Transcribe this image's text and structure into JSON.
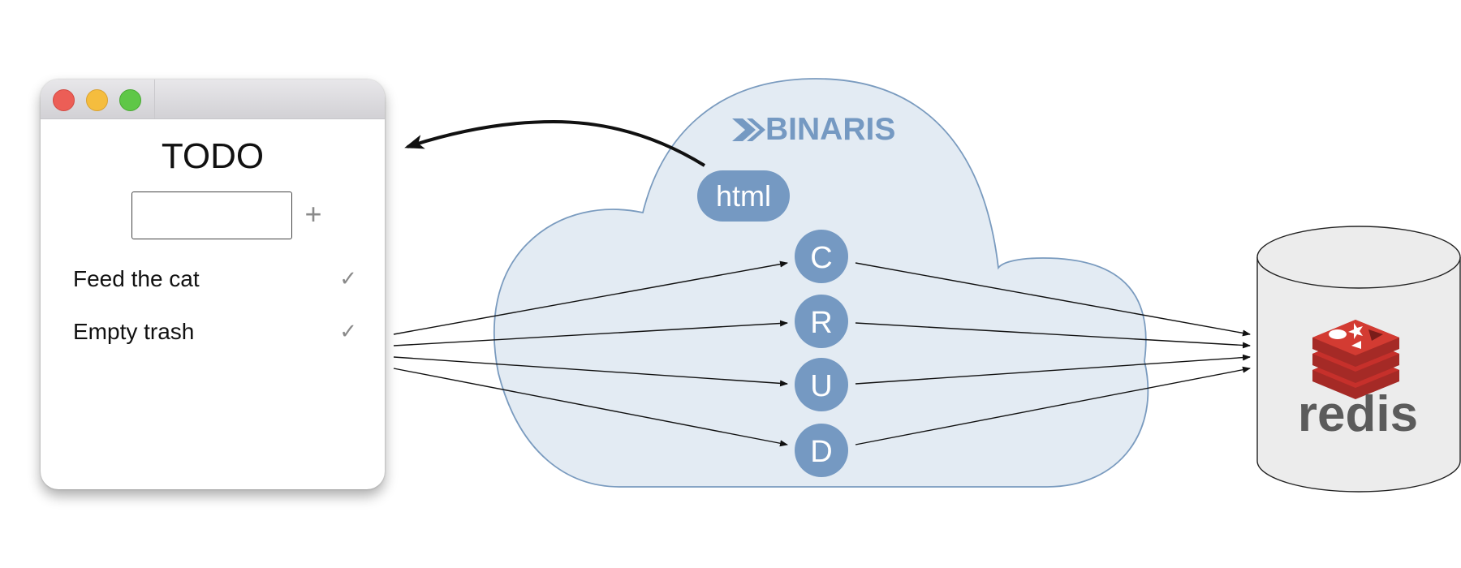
{
  "todo_app": {
    "title": "TODO",
    "input_value": "",
    "input_placeholder": "",
    "add_symbol": "+",
    "items": [
      {
        "label": "Feed the cat",
        "check": "✓"
      },
      {
        "label": "Empty trash",
        "check": "✓"
      }
    ]
  },
  "cloud": {
    "brand": "BINARIS",
    "html_label": "html",
    "operations": [
      "C",
      "R",
      "U",
      "D"
    ]
  },
  "database": {
    "logo_text": "redis"
  },
  "colors": {
    "cloud_fill": "#e3ebf3",
    "cloud_stroke": "#7a9bbf",
    "node_fill": "#7599c2",
    "brand": "#7599c2",
    "db_fill": "#ececec",
    "redis_red": "#c6302b",
    "redis_text": "#5b5b5b"
  }
}
